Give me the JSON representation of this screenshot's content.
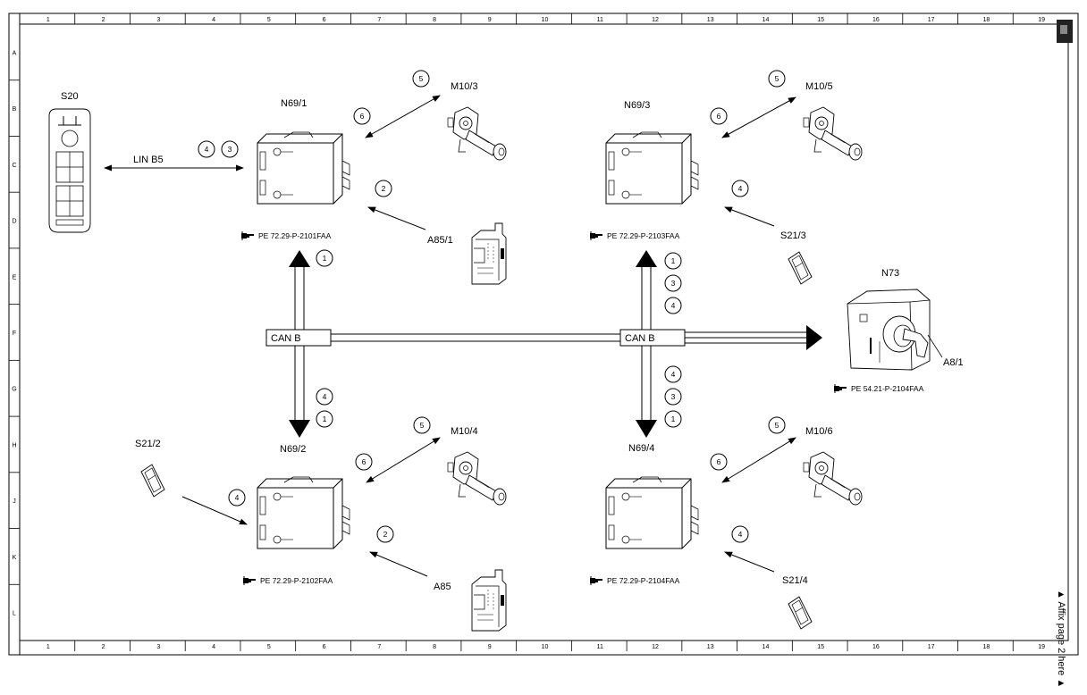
{
  "frame": {
    "columns": [
      "1",
      "2",
      "3",
      "4",
      "5",
      "6",
      "7",
      "8",
      "9",
      "10",
      "11",
      "12",
      "13",
      "14",
      "15",
      "16",
      "17",
      "18",
      "19"
    ],
    "rows": [
      "A",
      "B",
      "C",
      "D",
      "E",
      "F",
      "G",
      "H",
      "J",
      "K",
      "L"
    ]
  },
  "side_note": "▲ Affix page 2 here ▲",
  "bus": {
    "lin": "LIN B5",
    "can_left": "CAN B",
    "can_right": "CAN B"
  },
  "components": {
    "s20": "S20",
    "n69_1": "N69/1",
    "n69_2": "N69/2",
    "n69_3": "N69/3",
    "n69_4": "N69/4",
    "m10_3": "M10/3",
    "m10_4": "M10/4",
    "m10_5": "M10/5",
    "m10_6": "M10/6",
    "a85_1": "A85/1",
    "a85": "A85",
    "s21_2": "S21/2",
    "s21_3": "S21/3",
    "s21_4": "S21/4",
    "n73": "N73",
    "a8_1": "A8/1"
  },
  "refs": {
    "n69_1": "PE 72.29-P-2101FAA",
    "n69_2": "PE 72.29-P-2102FAA",
    "n69_3": "PE 72.29-P-2103FAA",
    "n69_4": "PE 72.29-P-2104FAA",
    "n73": "PE 54.21-P-2104FAA"
  },
  "signals": {
    "lin_a": "4",
    "lin_b": "3",
    "m10_3_out": "5",
    "m10_3_in": "6",
    "a85_1": "2",
    "m10_5_out": "5",
    "m10_5_in": "6",
    "s21_3": "4",
    "m10_4_out": "5",
    "m10_4_in": "6",
    "s21_2": "4",
    "a85": "2",
    "m10_6_out": "5",
    "m10_6_in": "6",
    "s21_4": "4",
    "can_up_left": "1",
    "can_down_left_a": "4",
    "can_down_left_b": "1",
    "can_up_right_a": "1",
    "can_up_right_b": "3",
    "can_up_right_c": "4",
    "can_down_right_a": "4",
    "can_down_right_b": "3",
    "can_down_right_c": "1"
  },
  "icons": {
    "switch_panel": "window-switch-panel-icon",
    "control_unit": "control-unit-icon",
    "motor": "window-motor-icon",
    "lock_unit": "door-lock-icon",
    "switch": "rocker-switch-icon",
    "ignition": "ignition-lock-icon",
    "ref_hand": "pointing-hand-icon"
  }
}
